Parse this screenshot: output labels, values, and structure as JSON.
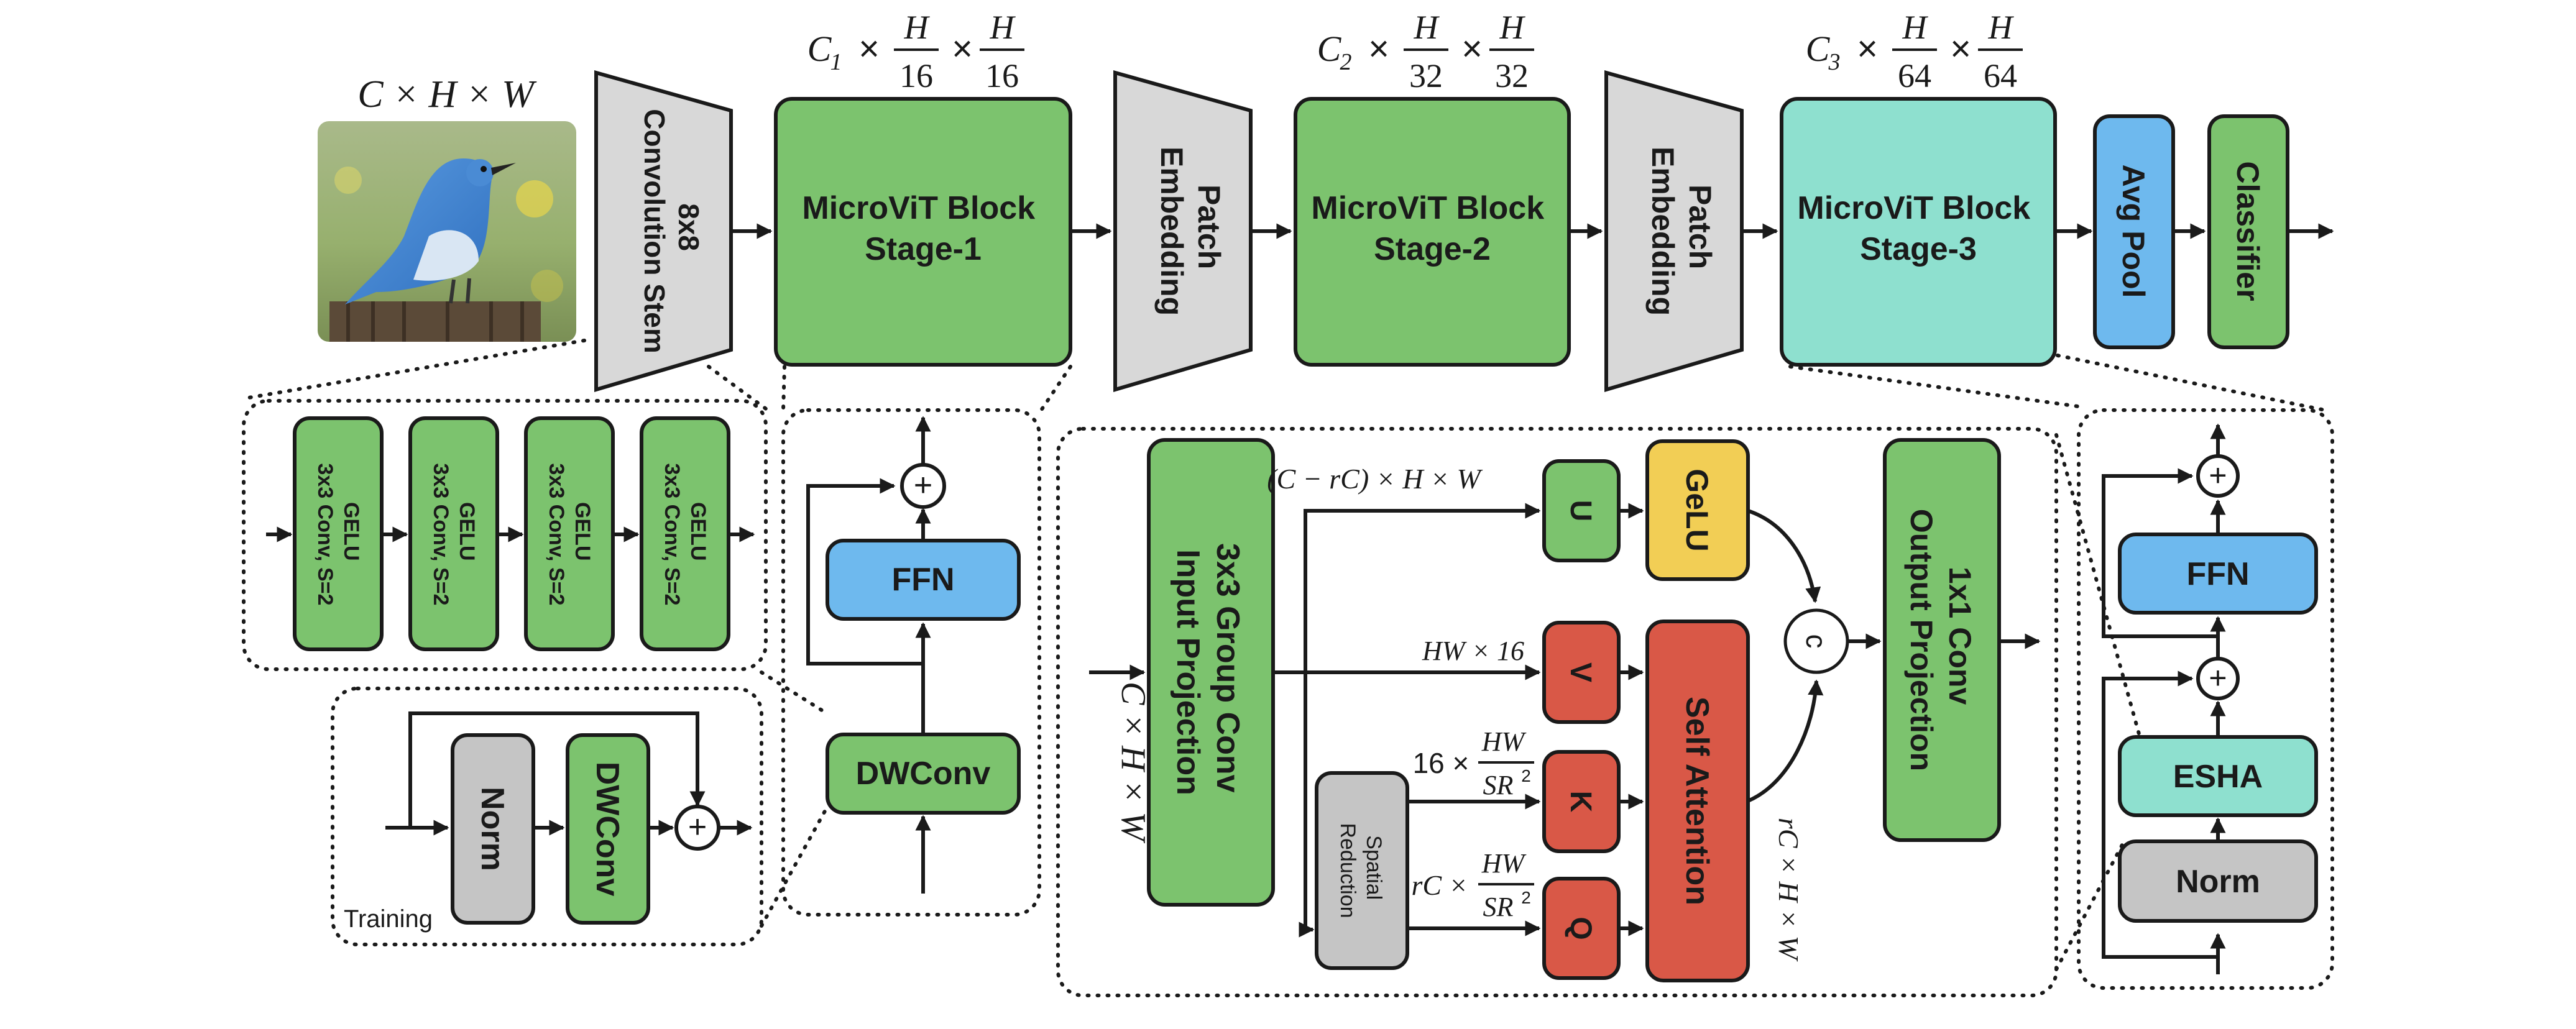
{
  "colors": {
    "green": "#7CC36E",
    "teal": "#8EE0CF",
    "blue": "#6EB9EE",
    "gray": "#C5C5C5",
    "trapezoid": "#D8D8D8",
    "yellow": "#F2CE55",
    "red": "#D95847",
    "stroke": "#1a1a1a"
  },
  "top": {
    "input_dim": "C × H × W",
    "stem_lines": [
      "8x8",
      "Convolution Stem"
    ],
    "stage1_lines": [
      "MicroViT Block",
      "Stage-1"
    ],
    "stage1_dim": {
      "prefix": "C",
      "sub": "1",
      "den": "16"
    },
    "patch_embed_1_lines": [
      "Patch",
      "Embedding"
    ],
    "stage2_lines": [
      "MicroViT Block",
      "Stage-2"
    ],
    "stage2_dim": {
      "prefix": "C",
      "sub": "2",
      "den": "32"
    },
    "patch_embed_2_lines": [
      "Patch",
      "Embedding"
    ],
    "stage3_lines": [
      "MicroViT Block",
      "Stage-3"
    ],
    "stage3_dim": {
      "prefix": "C",
      "sub": "3",
      "den": "64"
    },
    "dim_H": "H",
    "times": "×",
    "avgpool": "Avg Pool",
    "classifier": "Classifier"
  },
  "stem_detail": {
    "conv_lines": [
      "GELU",
      "3x3 Conv, S=2"
    ]
  },
  "training": {
    "norm": "Norm",
    "dwconv": "DWConv",
    "caption": "Training",
    "plus": "+"
  },
  "block_detail": {
    "ffn": "FFN",
    "dwconv": "DWConv",
    "plus": "+"
  },
  "esha_detail": {
    "input_dim": "C × H × W",
    "input_proj_lines": [
      "3x3 Group Conv",
      "Input Projection"
    ],
    "split_dim": "(C − rC) × H × W",
    "u": "U",
    "gelu": "GeLU",
    "v_dim": "HW × 16",
    "v": "V",
    "k_dim_prefix": "16 ×",
    "q_dim_prefix": "rC ×",
    "frac_num": "HW",
    "frac_den": "SR",
    "frac_sup": "2",
    "k": "K",
    "q": "Q",
    "spatial_lines": [
      "Spatial",
      "Reduction"
    ],
    "self_attention": "Self Attention",
    "attn_out_dim": "rC × H × W",
    "concat": "c",
    "output_proj_lines": [
      "1x1 Conv",
      "Output Projection"
    ]
  },
  "stage3_detail": {
    "ffn": "FFN",
    "esha": "ESHA",
    "norm": "Norm",
    "plus": "+"
  }
}
